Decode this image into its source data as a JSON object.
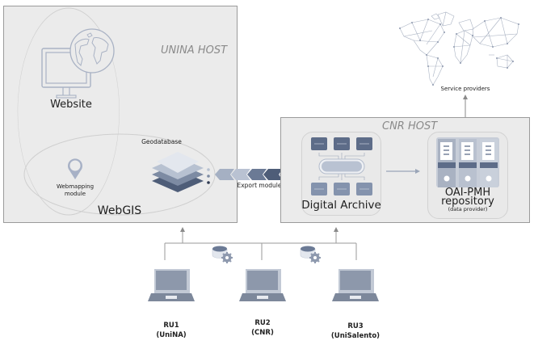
{
  "hosts": {
    "unina": {
      "title": "UNINA HOST"
    },
    "cnr": {
      "title": "CNR HOST"
    }
  },
  "components": {
    "website": {
      "label": "Website"
    },
    "webgis": {
      "label": "WebGIS"
    },
    "webmapping": {
      "line1": "Webmapping",
      "line2": "module"
    },
    "geodatabase": {
      "label": "Geodatabase"
    },
    "export_module": {
      "label": "Export module"
    },
    "digital_archive": {
      "label": "Digital Archive"
    },
    "oai_pmh": {
      "line1": "OAI-PMH",
      "line2": "repository",
      "line3": "(data provider)"
    },
    "service_providers": {
      "label": "Service providers"
    }
  },
  "research_units": [
    {
      "id": "RU1",
      "org": "(UniNA)"
    },
    {
      "id": "RU2",
      "org": "(CNR)"
    },
    {
      "id": "RU3",
      "org": "(UniSalento)"
    }
  ],
  "colors": {
    "box_fill": "#ebebeb",
    "box_border": "#9b9b9b",
    "icon_dark": "#4e5d78",
    "icon_mid": "#7d8ba3",
    "icon_light": "#b7c1d1",
    "line": "#8a8a8a"
  }
}
